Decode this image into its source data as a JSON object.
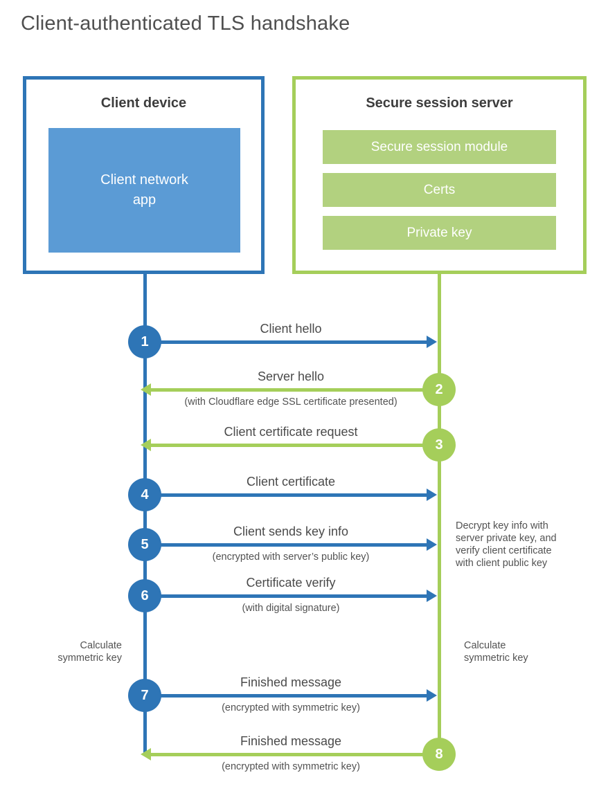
{
  "title": "Client-authenticated TLS handshake",
  "colors": {
    "blue": "#2e75b6",
    "blue_fill": "#5b9bd5",
    "green": "#a5ce5a",
    "green_fill": "#b2d17f"
  },
  "client": {
    "title": "Client device",
    "app_label": "Client network\napp"
  },
  "server": {
    "title": "Secure session server",
    "modules": [
      "Secure session module",
      "Certs",
      "Private key"
    ]
  },
  "steps": [
    {
      "num": "1",
      "from": "client",
      "to": "server",
      "label": "Client hello",
      "sub": ""
    },
    {
      "num": "2",
      "from": "server",
      "to": "client",
      "label": "Server hello",
      "sub": "(with Cloudflare edge SSL certificate presented)"
    },
    {
      "num": "3",
      "from": "server",
      "to": "client",
      "label": "Client certificate request",
      "sub": ""
    },
    {
      "num": "4",
      "from": "client",
      "to": "server",
      "label": "Client certificate",
      "sub": ""
    },
    {
      "num": "5",
      "from": "client",
      "to": "server",
      "label": "Client sends key info",
      "sub": "(encrypted with server’s public key)"
    },
    {
      "num": "6",
      "from": "client",
      "to": "server",
      "label": "Certificate verify",
      "sub": "(with digital signature)"
    },
    {
      "num": "7",
      "from": "client",
      "to": "server",
      "label": "Finished message",
      "sub": "(encrypted with symmetric key)"
    },
    {
      "num": "8",
      "from": "server",
      "to": "client",
      "label": "Finished message",
      "sub": "(encrypted with symmetric key)"
    }
  ],
  "annotations": {
    "decrypt": "Decrypt key info with\nserver private key, and\nverify client certificate\nwith client public key",
    "calc_left": "Calculate\nsymmetric key",
    "calc_right": "Calculate\nsymmetric key"
  }
}
